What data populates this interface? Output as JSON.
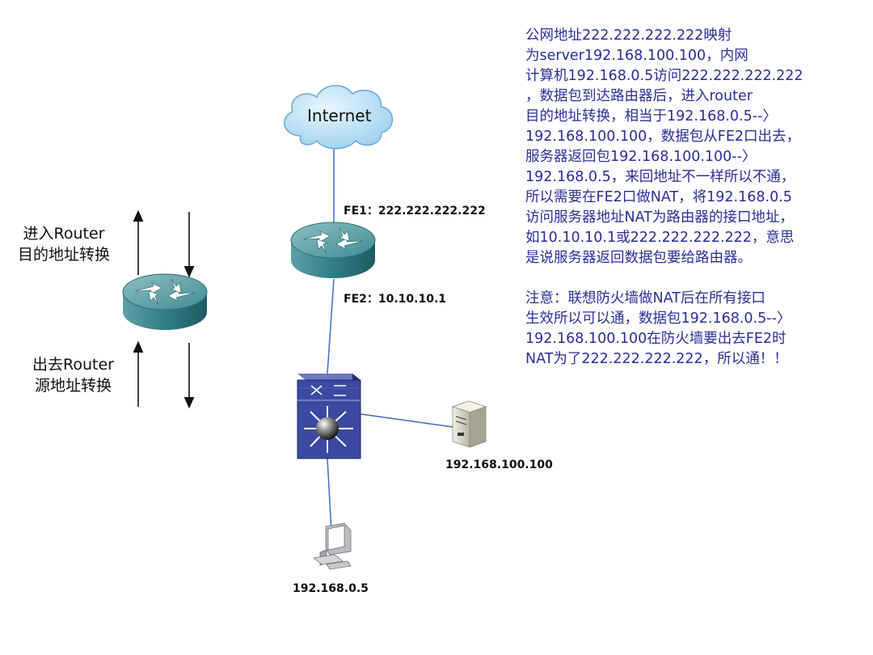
{
  "colors": {
    "note_text": "#2b2f9a",
    "link_line": "#3b6fc2",
    "router_body": "#2f7f86",
    "switch_body": "#3b4aa0",
    "cloud_fill": "#bfe3f7"
  },
  "cloud": {
    "label": "Internet"
  },
  "router": {
    "fe1_label": "FE1：222.222.222.222",
    "fe2_label": "FE2：10.10.10.1"
  },
  "server": {
    "ip": "192.168.100.100"
  },
  "pc": {
    "ip": "192.168.0.5"
  },
  "side_labels": {
    "enter_line1": "进入Router",
    "enter_line2": "目的地址转换",
    "exit_line1": "出去Router",
    "exit_line2": "源地址转换"
  },
  "note": {
    "para1": [
      "公网地址222.222.222.222映射",
      "为server192.168.100.100，内网",
      "计算机192.168.0.5访问222.222.222.222",
      "，数据包到达路由器后，进入router",
      "目的地址转换，相当于192.168.0.5--〉",
      "192.168.100.100，数据包从FE2口出去，",
      "服务器返回包192.168.100.100--〉",
      "192.168.0.5，来回地址不一样所以不通，",
      "所以需要在FE2口做NAT，将192.168.0.5",
      "访问服务器地址NAT为路由器的接口地址，",
      "如10.10.10.1或222.222.222.222，意思",
      "是说服务器返回数据包要给路由器。"
    ],
    "para2": [
      "注意：联想防火墙做NAT后在所有接口",
      "生效所以可以通，数据包192.168.0.5--〉",
      "192.168.100.100在防火墙要出去FE2时",
      "NAT为了222.222.222.222，所以通！！"
    ]
  }
}
